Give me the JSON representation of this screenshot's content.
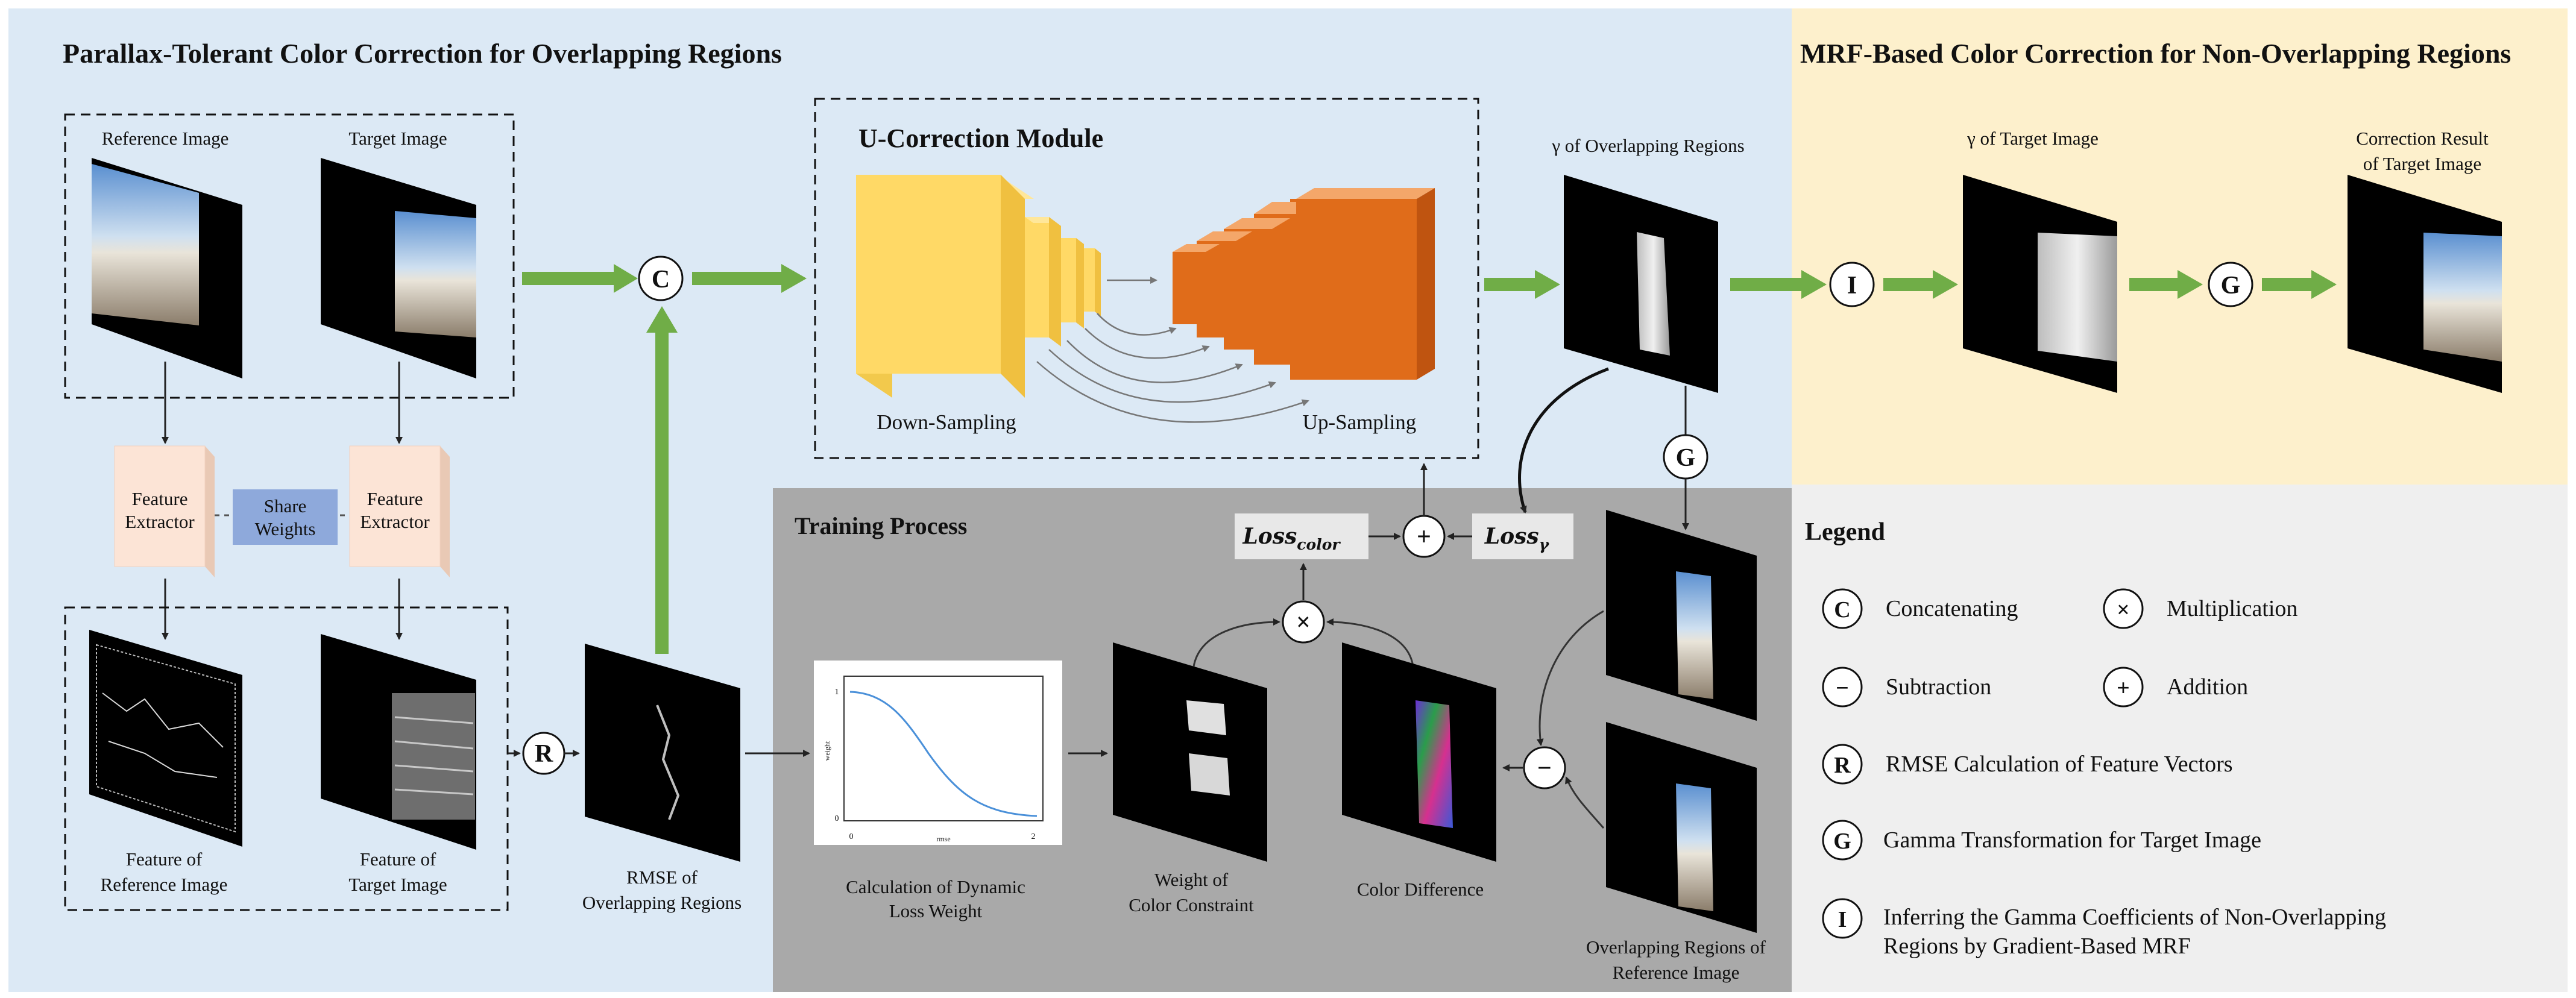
{
  "sections": {
    "parallax_title": "Parallax-Tolerant Color Correction for Overlapping Regions",
    "mrf_title": "MRF-Based Color Correction for Non-Overlapping Regions",
    "training_title": "Training Process",
    "ucorrection_title": "U-Correction Module",
    "legend_title": "Legend"
  },
  "labels": {
    "reference_image": "Reference Image",
    "target_image": "Target Image",
    "feature_extractor_1": "Feature",
    "feature_extractor_2": "Extractor",
    "share_weights_1": "Share",
    "share_weights_2": "Weights",
    "feature_ref_1": "Feature of",
    "feature_ref_2": "Reference Image",
    "feature_tgt_1": "Feature of",
    "feature_tgt_2": "Target Image",
    "rmse_1": "RMSE of",
    "rmse_2": "Overlapping Regions",
    "down_sampling": "Down-Sampling",
    "up_sampling": "Up-Sampling",
    "gamma_overlap": "γ of Overlapping Regions",
    "gamma_target": "γ of Target Image",
    "correction_1": "Correction Result",
    "correction_2": "of Target Image",
    "dyn_loss_1": "Calculation of Dynamic",
    "dyn_loss_2": "Loss Weight",
    "weight_1": "Weight of",
    "weight_2": "Color Constraint",
    "color_diff": "Color Difference",
    "overlap_ref_1": "Overlapping Regions of",
    "overlap_ref_2": "Reference Image",
    "loss_color": "Loss",
    "loss_color_sub": "color",
    "loss_gamma": "Loss",
    "loss_gamma_sub": "γ",
    "plot_ylabel": "weight",
    "plot_xlabel": "rmse",
    "plot_tick_x0": "0",
    "plot_tick_x1": "2",
    "plot_tick_y0": "0",
    "plot_tick_y1": "1"
  },
  "symbols": {
    "concat": "C",
    "rmse": "R",
    "gamma": "G",
    "infer": "I",
    "multiply": "×",
    "subtract": "−",
    "add": "+"
  },
  "legend": {
    "concatenating": "Concatenating",
    "multiplication": "Multiplication",
    "subtraction": "Subtraction",
    "addition": "Addition",
    "rmse_calc": "RMSE Calculation of Feature Vectors",
    "gamma_transform": "Gamma Transformation for Target Image",
    "infer_1": "Inferring the Gamma Coefficients of  Non-Overlapping",
    "infer_2": "Regions by Gradient-Based MRF"
  },
  "colors": {
    "overlap_bg": "#dce9f5",
    "mrf_bg": "#fdf0cc",
    "training_bg": "#a9a9a9",
    "legend_bg": "#efefef",
    "arrow_green": "#70ad47",
    "extractor_fill": "#fce4d6",
    "share_fill": "#8ea9db",
    "down_block": "#ffd966",
    "up_block": "#e06c1a"
  },
  "icons": [
    "reference-image-thumbnail",
    "target-image-thumbnail",
    "edge-feature-map",
    "gamma-map",
    "weight-curve-plot"
  ]
}
